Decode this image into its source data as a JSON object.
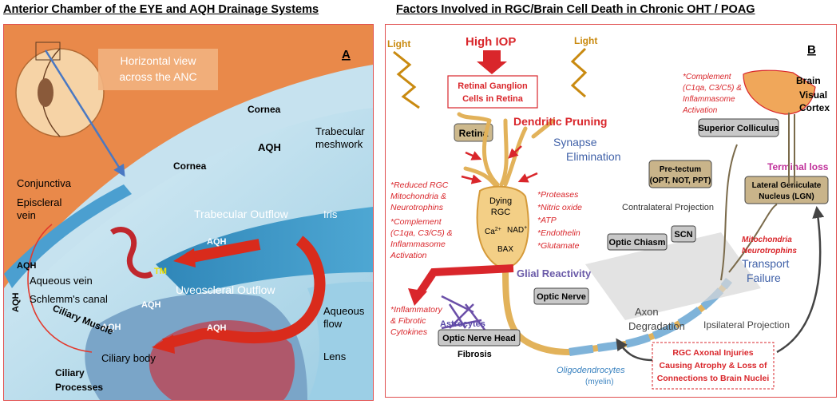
{
  "left": {
    "title": "Anterior Chamber of the EYE and AQH Drainage Systems",
    "panel_letter": "A",
    "view_label_line1": "Horizontal view",
    "view_label_line2": "across the ANC",
    "labels": {
      "cornea_top": "Cornea",
      "cornea_mid": "Cornea",
      "aqh_top": "AQH",
      "trabecular_line1": "Trabecular",
      "trabecular_line2": "meshwork",
      "conjunctiva": "Conjunctiva",
      "episcleral_line1": "Episcleral",
      "episcleral_line2": "vein",
      "trabecular_outflow": "Trabecular Outflow",
      "iris": "Iris",
      "aqh_arrow1": "AQH",
      "aqh_left": "AQH",
      "tm": "TM",
      "aqueous_vein": "Aqueous vein",
      "uveoscleral_outflow": "Uveoscleral Outflow",
      "schlemm": "Schlemm's canal",
      "aqh_arrow2": "AQH",
      "aqh_arrow3": "AQH",
      "aqh_arrow4": "AQH",
      "aqh_vertical": "AQH",
      "aqueous_line1": "Aqueous",
      "aqueous_line2": "flow",
      "ciliary_muscle": "Ciliary Muscle",
      "ciliary_body": "Ciliary body",
      "lens": "Lens",
      "ciliary_processes_line1": "Ciliary",
      "ciliary_processes_line2": "Processes"
    },
    "colors": {
      "orange": "#e88a45",
      "blue": "#3f97c4",
      "light_blue": "#cfe6f1",
      "red": "#d92b1c"
    }
  },
  "right": {
    "title": "Factors Involved in RGC/Brain Cell Death in Chronic OHT / POAG",
    "panel_letter": "B",
    "labels": {
      "light_left": "Light",
      "high_iop": "High IOP",
      "light_right": "Light",
      "rgc_box_line1": "Retinal Ganglion",
      "rgc_box_line2": "Cells in Retina",
      "retina": "Retina",
      "dendritic_pruning": "Dendritic Pruning",
      "synapse_line1": "Synapse",
      "synapse_line2": "Elimination",
      "complement_top_line1": "*Complement",
      "complement_top_line2": "(C1qa, C3/C5) &",
      "complement_top_line3": "Inflammasome",
      "complement_top_line4": "Activation",
      "brain": "Brain",
      "visual_line1": "Visual",
      "visual_line2": "Cortex",
      "superior_colliculus": "Superior Colliculus",
      "pretectum_line1": "Pre-tectum",
      "pretectum_line2": "(OPT, NOT, PPT)",
      "terminal_loss": "Terminal loss",
      "lgn_line1": "Lateral Geniculate",
      "lgn_line2": "Nucleus (LGN)",
      "reduced_line1": "*Reduced RGC",
      "reduced_line2": "Mitochondria &",
      "reduced_line3": "Neurotrophins",
      "reduced_line4": "*Complement",
      "reduced_line5": "(C1qa, C3/C5) &",
      "reduced_line6": "Inflammasome",
      "reduced_line7": "Activation",
      "dying": "Dying",
      "rgc": "RGC",
      "calcium": "Ca",
      "calcium_sup": "2+",
      "nad": "NAD",
      "nad_sup": "+",
      "bax": "BAX",
      "factor1": "*Proteases",
      "factor2": "*Nitric oxide",
      "factor3": "*ATP",
      "factor4": "*Endothelin",
      "factor5": "*Glutamate",
      "contralateral": "Contralateral Projection",
      "optic_chiasm": "Optic Chiasm",
      "scn": "SCN",
      "mito_line1": "Mitochondria",
      "mito_line2": "Neurotrophins",
      "glial_reactivity": "Glial Reactivity",
      "optic_nerve": "Optic Nerve",
      "transport_line1": "Transport",
      "transport_line2": "Failure",
      "inflam_line1": "*Inflammatory",
      "inflam_line2": "& Fibrotic",
      "inflam_line3": "Cytokines",
      "astrocytes": "Astrocytes",
      "onh": "Optic Nerve Head",
      "fibrosis": "Fibrosis",
      "axon_line1": "Axon",
      "axon_line2": "Degradation",
      "ipsilateral": "Ipsilateral Projection",
      "oligo_line1": "Oligodendrocytes",
      "oligo_line2": "(myelin)",
      "injury_line1": "RGC Axonal Injuries",
      "injury_line2": "Causing Atrophy & Loss of",
      "injury_line3": "Connections to Brain Nuclei"
    },
    "colors": {
      "red": "#e02020",
      "neuron": "#f3cf86",
      "axon_blue": "#7fb3d9",
      "box_gray": "#c8c8c8",
      "olive": "#c9b48a"
    }
  }
}
